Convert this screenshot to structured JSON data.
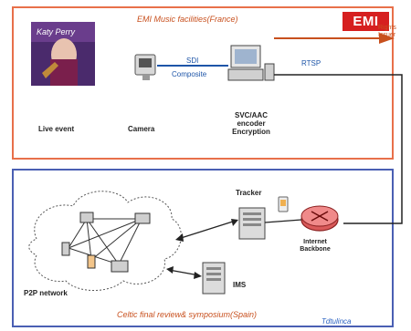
{
  "top_box": {
    "title": "EMI Music facilities(France)",
    "badge": "EMI"
  },
  "labels": {
    "live_event": "Live event",
    "camera": "Camera",
    "sdi": "SDI",
    "composite": "Composite",
    "encoder": "SVC/AAC\nencoder\nEncryption",
    "rtsp": "RTSP",
    "rights_issuer": "Rights\nIssuer",
    "tracker": "Tracker",
    "internet_backbone": "Internet\nBackbone",
    "ims": "IMS",
    "p2p_network": "P2P network"
  },
  "bottom_box": {
    "title": "Celtic final review& symposium(Spain)",
    "badge": "Tdtulinca"
  },
  "colors": {
    "top_border": "#e8704a",
    "bottom_border": "#4a5fb3",
    "accent_orange": "#c8501e",
    "accent_blue": "#1e55a8",
    "emi_red": "#d61f1f"
  }
}
